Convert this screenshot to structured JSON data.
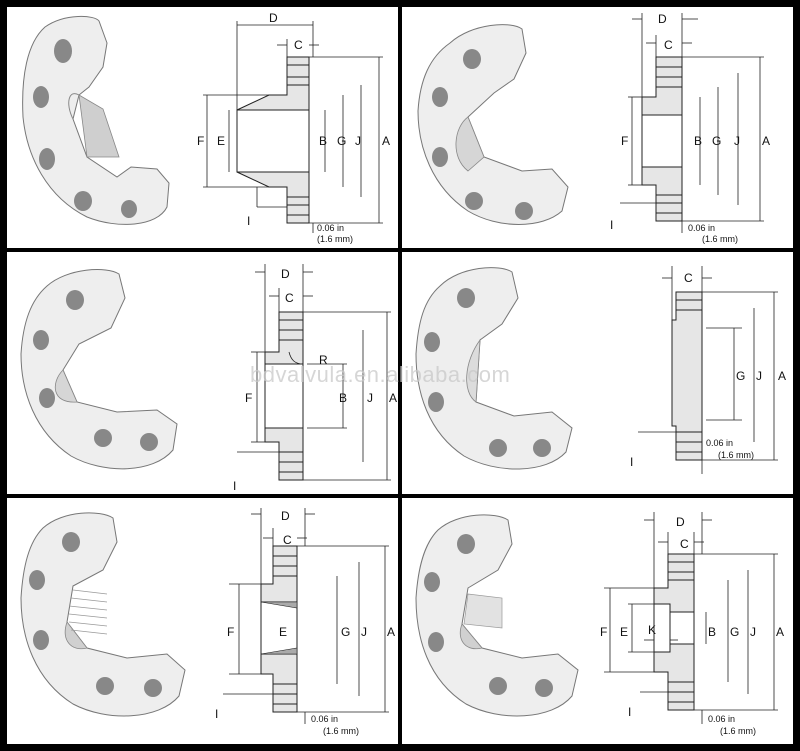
{
  "watermark": "bdvalvula.en.alibaba.com",
  "note": {
    "line1": "0.06 in",
    "line2": "(1.6 mm)"
  },
  "panels": [
    {
      "id": "weld-neck",
      "labels": {
        "D": "D",
        "C": "C",
        "F": "F",
        "E": "E",
        "B": "B",
        "G": "G",
        "J": "J",
        "A": "A",
        "I": "I"
      }
    },
    {
      "id": "slip-on",
      "labels": {
        "D": "D",
        "C": "C",
        "F": "F",
        "B": "B",
        "G": "G",
        "J": "J",
        "A": "A",
        "I": "I"
      }
    },
    {
      "id": "lap-joint",
      "labels": {
        "D": "D",
        "C": "C",
        "R": "R",
        "F": "F",
        "B": "B",
        "J": "J",
        "A": "A",
        "I": "I"
      }
    },
    {
      "id": "blind",
      "labels": {
        "C": "C",
        "G": "G",
        "J": "J",
        "A": "A",
        "I": "I"
      }
    },
    {
      "id": "threaded",
      "labels": {
        "D": "D",
        "C": "C",
        "F": "F",
        "E": "E",
        "G": "G",
        "J": "J",
        "A": "A",
        "I": "I"
      }
    },
    {
      "id": "socket-weld",
      "labels": {
        "D": "D",
        "C": "C",
        "F": "F",
        "E": "E",
        "K": "K",
        "B": "B",
        "G": "G",
        "J": "J",
        "A": "A",
        "I": "I"
      }
    }
  ]
}
